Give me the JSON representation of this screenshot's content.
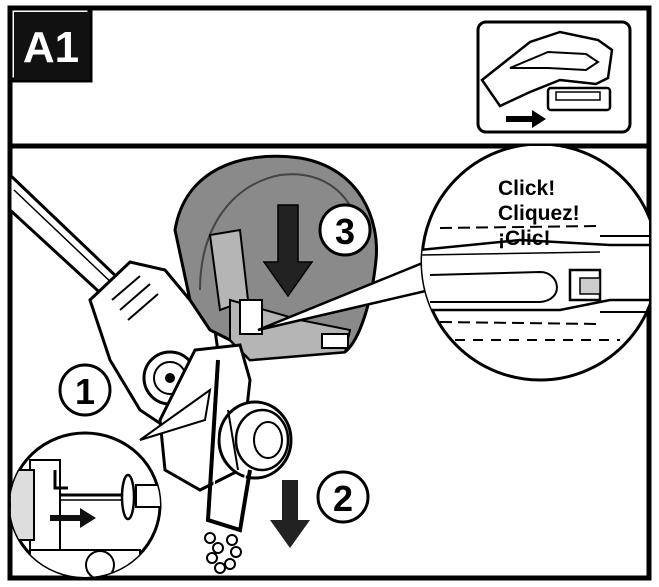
{
  "panel": {
    "label": "A1"
  },
  "steps": {
    "step1": "1",
    "step2": "2",
    "step3": "3"
  },
  "callout": {
    "line1": "Click!",
    "line2": "Cliquez!",
    "line3": "¡Clic!"
  },
  "colors": {
    "ink": "#000000",
    "guard_fill": "#8a8a8a",
    "guard_fill_light": "#b5b5b5",
    "paper": "#ffffff"
  }
}
